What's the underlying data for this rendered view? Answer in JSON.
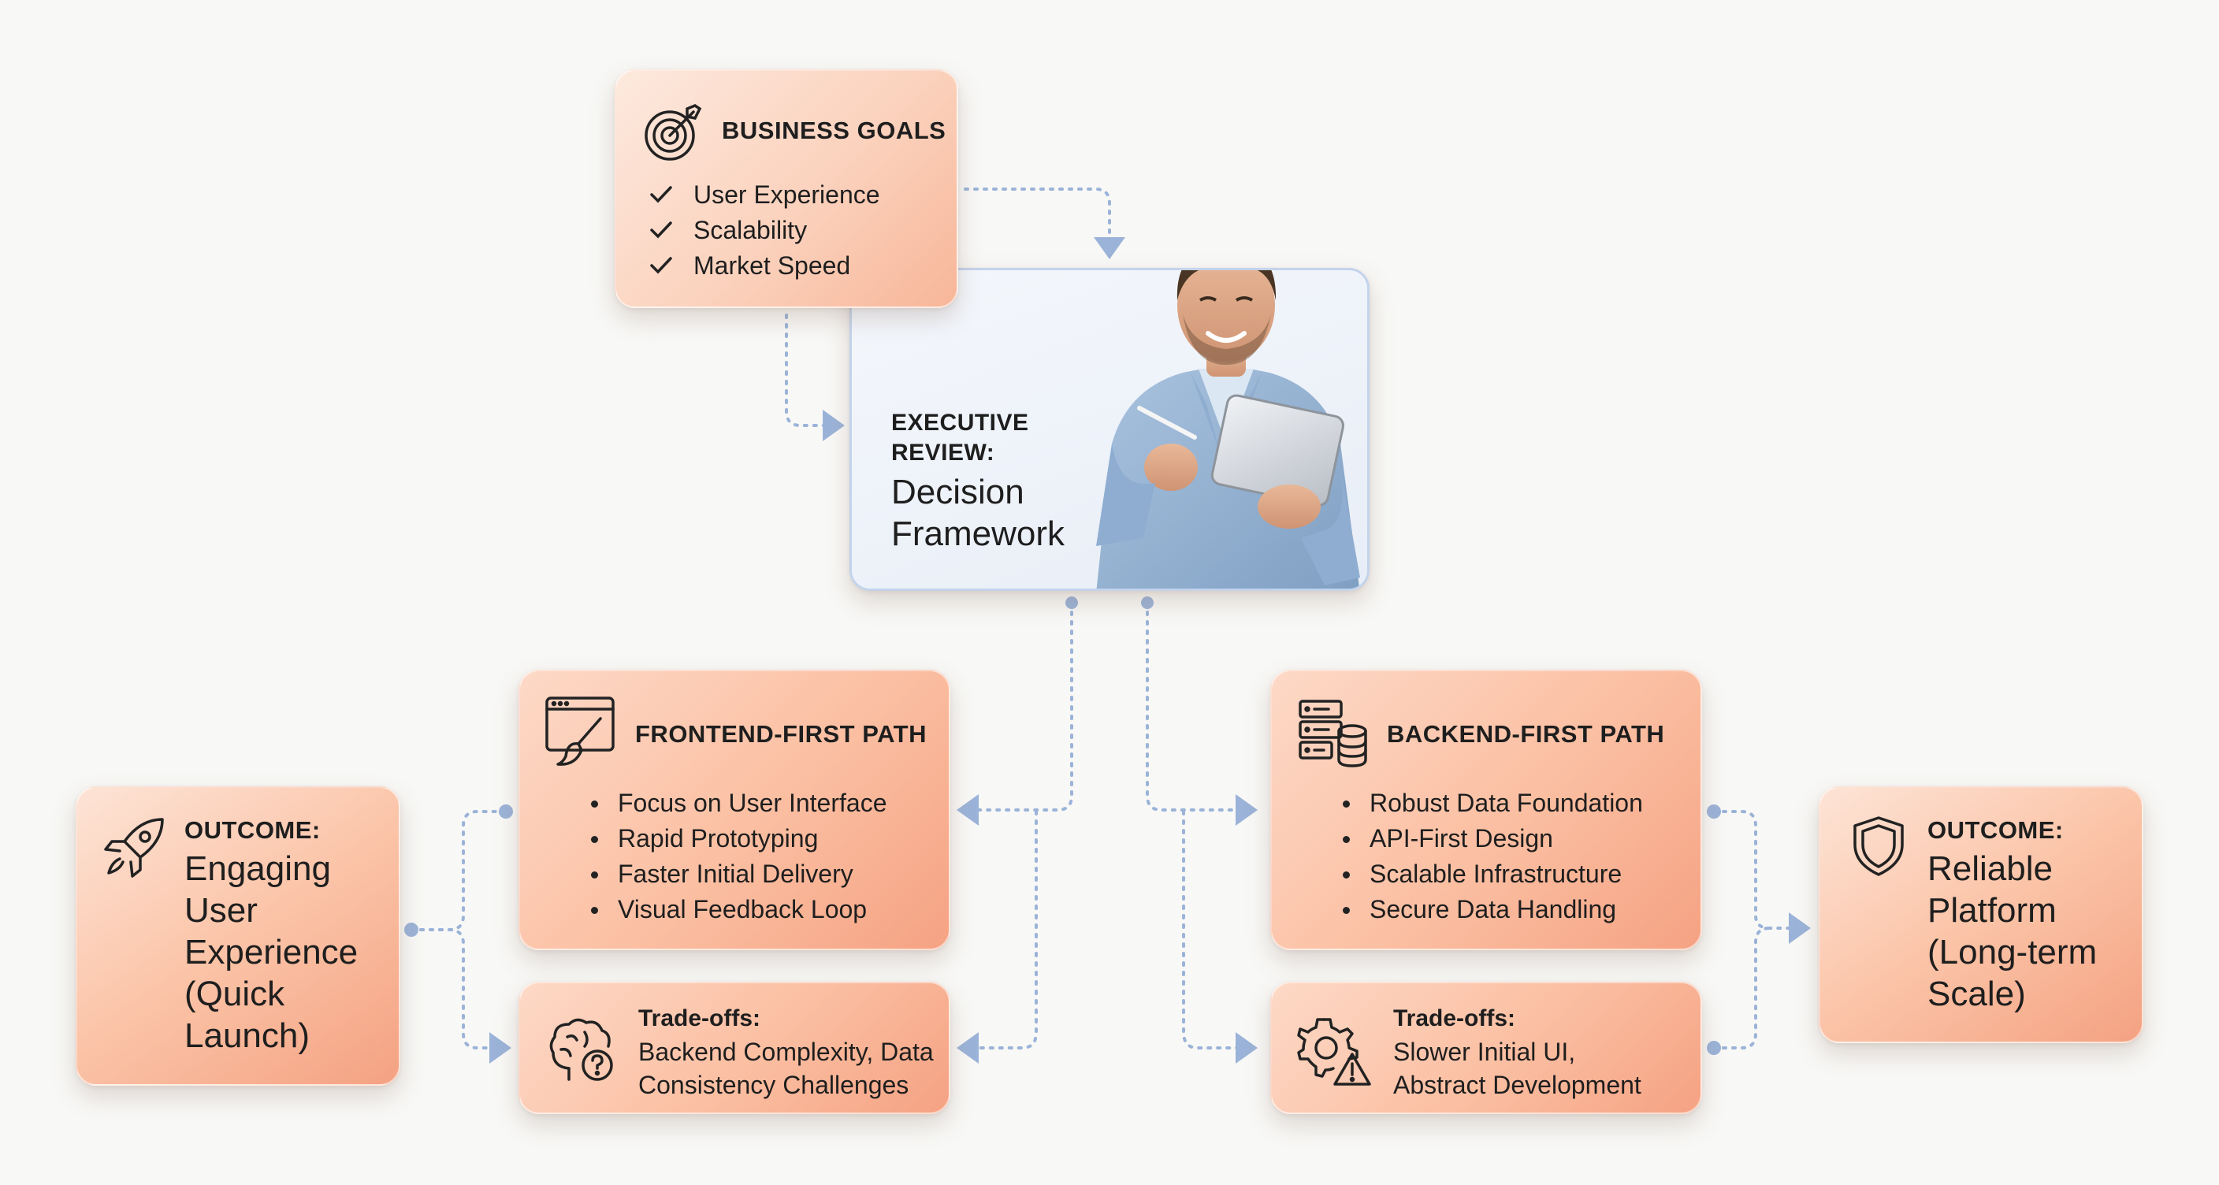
{
  "business_goals": {
    "title": "BUSINESS GOALS",
    "items": [
      "User Experience",
      "Scalability",
      "Market Speed"
    ],
    "icon": "target-icon"
  },
  "executive_review": {
    "label_line1": "EXECUTIVE",
    "label_line2": "REVIEW:",
    "title_line1": "Decision",
    "title_line2": "Framework",
    "image": "person-with-tablet"
  },
  "frontend_path": {
    "title": "FRONTEND-FIRST PATH",
    "icon": "browser-brush-icon",
    "items": [
      "Focus on User Interface",
      "Rapid Prototyping",
      "Faster Initial Delivery",
      "Visual Feedback Loop"
    ]
  },
  "frontend_tradeoffs": {
    "title": "Trade-offs:",
    "line1": "Backend Complexity, Data",
    "line2": "Consistency Challenges",
    "icon": "brain-question-icon"
  },
  "frontend_outcome": {
    "label": "OUTCOME:",
    "lines": [
      "Engaging",
      "User",
      "Experience",
      "(Quick",
      "Launch)"
    ],
    "icon": "rocket-icon"
  },
  "backend_path": {
    "title": "BACKEND-FIRST PATH",
    "icon": "server-database-icon",
    "items": [
      "Robust Data Foundation",
      "API-First Design",
      "Scalable Infrastructure",
      "Secure Data Handling"
    ]
  },
  "backend_tradeoffs": {
    "title": "Trade-offs:",
    "line1": "Slower Initial UI,",
    "line2": "Abstract Development",
    "icon": "gear-warning-icon"
  },
  "backend_outcome": {
    "label": "OUTCOME:",
    "lines": [
      "Reliable",
      "Platform",
      "(Long-term",
      "Scale)"
    ],
    "icon": "shield-icon"
  },
  "colors": {
    "card_accent": "#f7b699",
    "connector": "#9bb3d8",
    "exec_border": "#c3d3ea"
  }
}
